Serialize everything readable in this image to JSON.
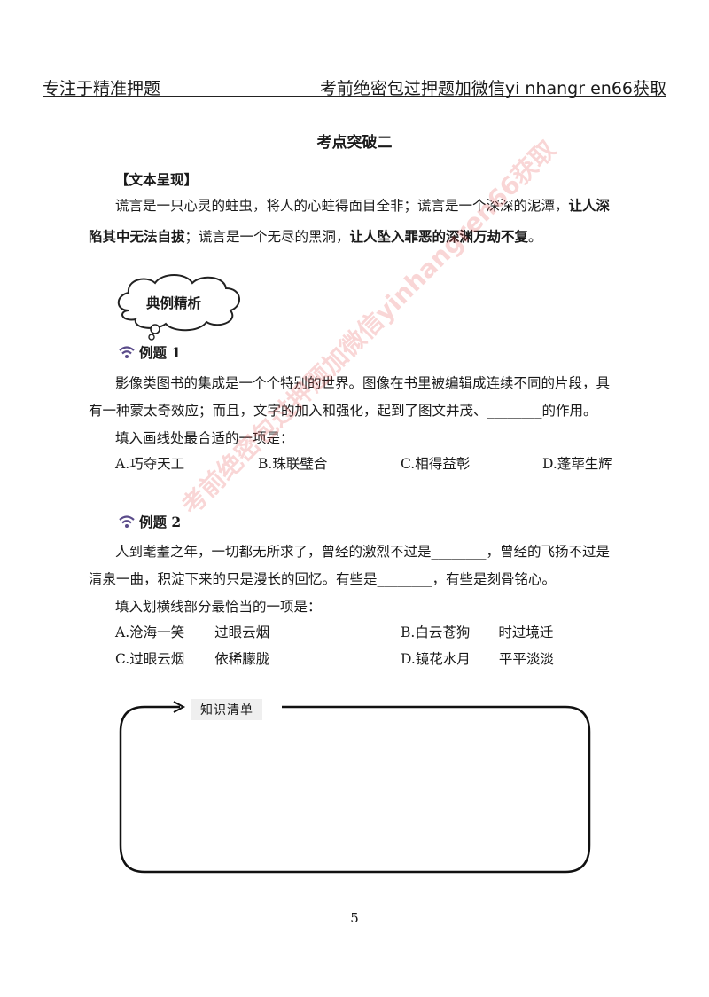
{
  "header": {
    "left": "专注于精准押题",
    "right": "考前绝密包过押题加微信yi nhangr en66获取"
  },
  "title": "考点突破二",
  "text_section": {
    "label": "【文本呈现】",
    "line1_a": "谎言是一只心灵的蛀虫，将人的心蛀得面目全非；谎言是一个深深的泥潭，",
    "line1_bold": "让人深",
    "line2_bold_a": "陷其中无法自拔",
    "line2_b": "；谎言是一个无尽的黑洞，",
    "line2_bold_b": "让人坠入罪恶的深渊万劫不复",
    "line2_c": "。"
  },
  "cloud_label": "典例精析",
  "example1": {
    "heading": "例题 1",
    "line1": "影像类图书的集成是一个个特别的世界。图像在书里被编辑成连续不同的片段，具",
    "line2": "有一种蒙太奇效应；而且，文字的加入和强化，起到了图文并茂、________的作用。",
    "prompt": "填入画线处最合适的一项是：",
    "options": [
      "A.巧夺天工",
      "B.珠联璧合",
      "C.相得益彰",
      "D.蓬荜生辉"
    ]
  },
  "example2": {
    "heading": "例题 2",
    "line1": "人到耄耋之年，一切都无所求了，曾经的激烈不过是________，曾经的飞扬不过是",
    "line2": "清泉一曲，积淀下来的只是漫长的回忆。有些是________，有些是刻骨铭心。",
    "prompt": "填入划横线部分最恰当的一项是：",
    "options": [
      {
        "letter": "A.沧海一笑",
        "second": "过眼云烟"
      },
      {
        "letter": "B.白云苍狗",
        "second": "时过境迁"
      },
      {
        "letter": "C.过眼云烟",
        "second": "依稀朦胧"
      },
      {
        "letter": "D.镜花水月",
        "second": "平平淡淡"
      }
    ]
  },
  "knowledge_title": "知识清单",
  "page_number": "5",
  "watermark": "考前绝密包过押题加微信yinhangren66获取",
  "colors": {
    "icon": "#5a4b8a",
    "watermark": "#e44646"
  }
}
